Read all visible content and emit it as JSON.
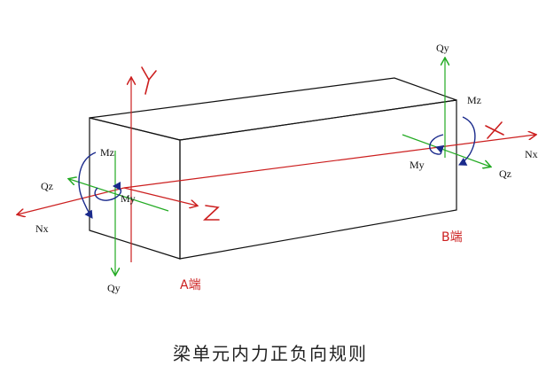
{
  "caption": "梁单元内力正负向规则",
  "end_labels": {
    "a": "A端",
    "b": "B端"
  },
  "axis_labels": {
    "x": "X",
    "y": "Y",
    "z": "Z"
  },
  "force_labels": {
    "a_end": {
      "qy": "Qy",
      "qz": "Qz",
      "nx": "Nx",
      "my": "My",
      "mz": "Mz"
    },
    "b_end": {
      "qy": "Qy",
      "qz": "Qz",
      "nx": "Nx",
      "my": "My",
      "mz": "Mz"
    }
  },
  "colors": {
    "red": "#cc1f1f",
    "green": "#22aa22",
    "blue": "#1a2a8c",
    "black": "#111111"
  }
}
